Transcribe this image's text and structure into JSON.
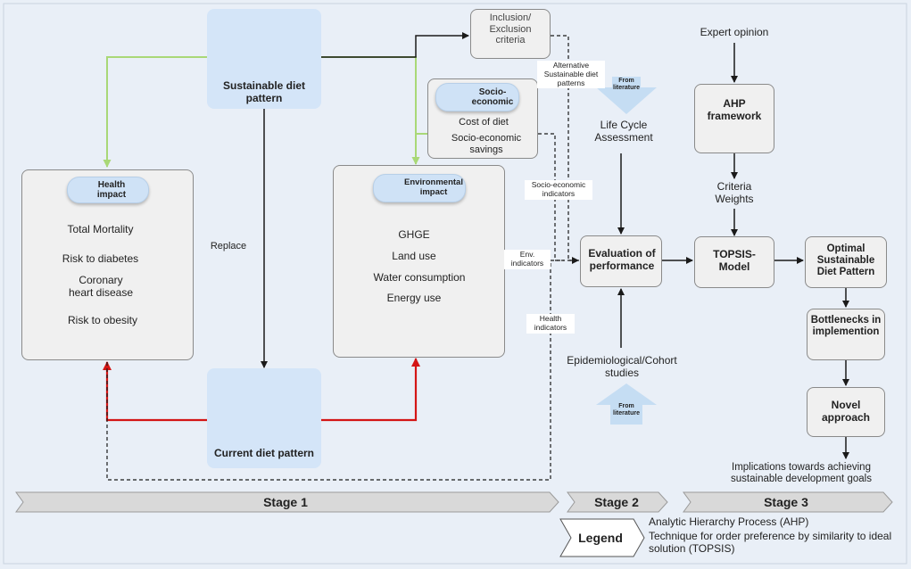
{
  "sustainable": {
    "label": "Sustainable diet pattern"
  },
  "current": {
    "label": "Current diet pattern"
  },
  "replace_label": "Replace",
  "health": {
    "title": "Health impact",
    "items": [
      "Total Mortality",
      "Risk to diabetes",
      "Coronary heart disease",
      "Risk to obesity"
    ]
  },
  "environmental": {
    "title": "Environmental impact",
    "items": [
      "GHGE",
      "Land use",
      "Water consumption",
      "Energy use"
    ]
  },
  "socio": {
    "title": "Socio-economic",
    "items": [
      "Cost of diet",
      "Socio-economic savings"
    ]
  },
  "inclusion": {
    "label": "Inclusion/ Exclusion criteria"
  },
  "labels": {
    "alternative": "Alternative Sustainable diet patterns",
    "from_literature": "From literature",
    "lca": "Life Cycle Assessment",
    "socio_indicators": "Socio-economic indicators",
    "env_indicators": "Env. indicators",
    "health_indicators": "Health indicators",
    "epidemiological": "Epidemiological/Cohort studies"
  },
  "evaluation": {
    "label": "Evaluation of performance"
  },
  "expert_opinion": "Expert opinion",
  "ahp": {
    "label": "AHP framework"
  },
  "criteria_weights": "Criteria Weights",
  "topsis": {
    "label": "TOPSIS-Model"
  },
  "optimal": {
    "label": "Optimal Sustainable Diet Pattern"
  },
  "bottlenecks": {
    "label": "Bottlenecks in implemention"
  },
  "novel": {
    "label": "Novel approach"
  },
  "implications": "Implications towards achieving sustainable development goals",
  "stages": [
    "Stage 1",
    "Stage 2",
    "Stage 3"
  ],
  "legend": {
    "title": "Legend",
    "lines": [
      "Analytic Hierarchy Process (AHP)",
      "Technique for order preference by similarity to ideal solution (TOPSIS)"
    ]
  },
  "colors": {
    "red": "#d41515",
    "green": "#a9d877",
    "black": "#1a1a1a",
    "panel": "#e9eff7"
  }
}
